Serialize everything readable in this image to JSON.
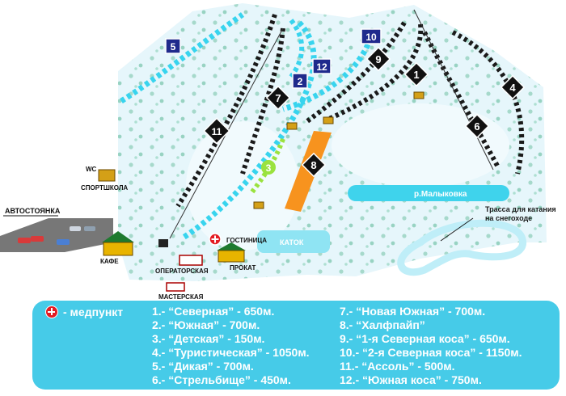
{
  "labels": {
    "parking": "АВТОСТОЯНКА",
    "wc": "WC",
    "sportschool": "СПОРТШКОЛА",
    "cafe": "КАФЕ",
    "operator": "ОПЕРАТОРСКАЯ",
    "workshop": "МАСТЕРСКАЯ",
    "hotel": "ГОСТИНИЦА",
    "rental": "ПРОКАТ",
    "rink": "КАТОК",
    "river": "р.Малыковка",
    "snowmobile": "Трасса для катания на снегоходе"
  },
  "slope_numbers": {
    "n1": "1",
    "n2": "2",
    "n3": "3",
    "n4": "4",
    "n5": "5",
    "n6": "6",
    "n7": "7",
    "n8": "8",
    "n9": "9",
    "n10": "10",
    "n11": "11",
    "n12": "12"
  },
  "legend": {
    "medpunkt": "- медпункт",
    "col1": [
      "1.- “Северная” - 650м.",
      "2.- “Южная” - 700м.",
      "3.- “Детская” - 150м.",
      "4.- “Туристическая” - 1050м.",
      "5.- “Дикая” - 700м.",
      "6.- “Стрельбище” - 450м."
    ],
    "col2": [
      "7.- “Новая Южная” - 700м.",
      "8.- “Халфпайп”",
      "9.- “1-я Северная коса” - 650м.",
      "10.- “2-я Северная коса” - 1150м.",
      "11.- “Ассоль” - 500м.",
      "12.- “Южная коса” - 750м."
    ]
  },
  "colors": {
    "snow": "#e6f6fb",
    "slope_cyan": "#38d4ee",
    "slope_black": "#1a1a1a",
    "halfpipe": "#f7931e",
    "kids_slope": "#9ae23e",
    "water": "#3fd3ec",
    "legend_bg": "#46cbe8",
    "parking": "#777777",
    "medpunkt": "#e31b23"
  }
}
